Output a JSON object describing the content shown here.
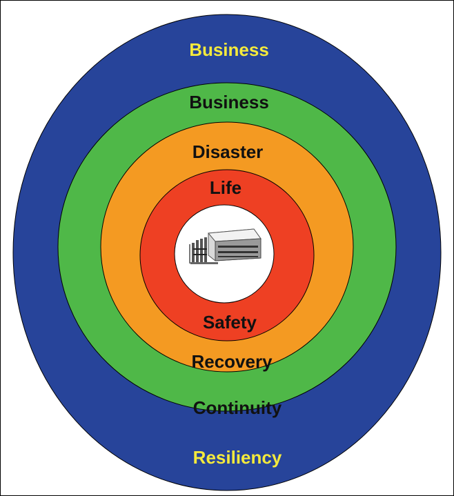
{
  "diagram": {
    "rings": [
      {
        "id": "resiliency",
        "top_label": "Business",
        "bottom_label": "Resiliency",
        "fill": "#27449a",
        "text_color": "#f4ea3c"
      },
      {
        "id": "continuity",
        "top_label": "Business",
        "bottom_label": "Continuity",
        "fill": "#4fb848",
        "text_color": "#111111"
      },
      {
        "id": "recovery",
        "top_label": "Disaster",
        "bottom_label": "Recovery",
        "fill": "#f49a22",
        "text_color": "#111111"
      },
      {
        "id": "safety",
        "top_label": "Life",
        "bottom_label": "Safety",
        "fill": "#ee4023",
        "text_color": "#111111"
      }
    ],
    "center": {
      "fill": "#ffffff",
      "icon": "building-icon"
    }
  }
}
